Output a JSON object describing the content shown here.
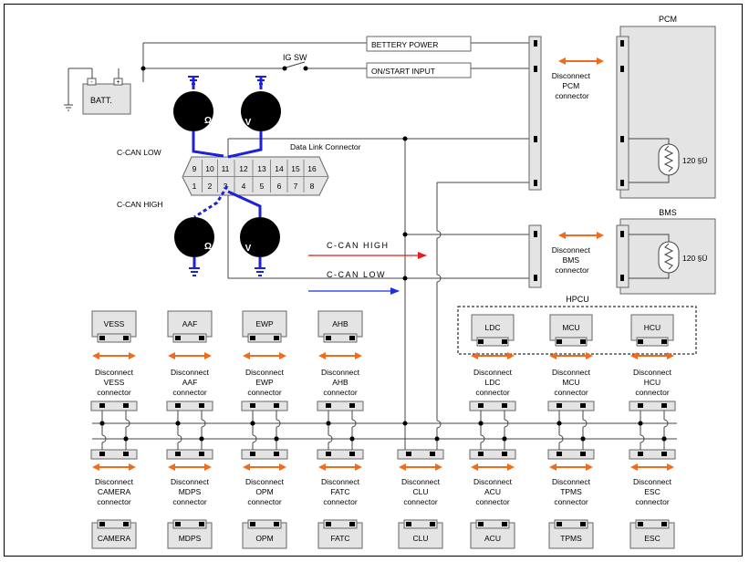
{
  "power": {
    "battery_power": "BETTERY POWER",
    "on_start_input": "ON/START INPUT",
    "ig_sw": "IG SW",
    "batt": "BATT.",
    "plus_sign": "+",
    "minus_sign": "-"
  },
  "dlc": {
    "title": "Data Link Connector",
    "pins_top": [
      "9",
      "10",
      "11",
      "12",
      "13",
      "14",
      "15",
      "16"
    ],
    "pins_bottom": [
      "1",
      "2",
      "3",
      "4",
      "5",
      "6",
      "7",
      "8"
    ],
    "can_low_label": "C-CAN LOW",
    "can_high_label": "C-CAN HIGH",
    "meter_ohm_symbol": "Ω",
    "meter_volt_symbol": "V"
  },
  "bus_arrows": {
    "can_high": "C-CAN HIGH",
    "can_low": "C-CAN LOW",
    "can_high_color": "#e31c1c",
    "can_low_color": "#1a2fe0"
  },
  "pcm": {
    "title": "PCM",
    "resistor": "120  §Ü",
    "disconnect": [
      "Disconnect",
      "PCM",
      "connector"
    ]
  },
  "bms": {
    "title": "BMS",
    "resistor": "120  §Ü",
    "disconnect": [
      "Disconnect",
      "BMS",
      "connector"
    ]
  },
  "hpcu": {
    "title": "HPCU"
  },
  "top_modules": [
    {
      "name": "VESS",
      "disconnect": [
        "Disconnect",
        "VESS",
        "connector"
      ]
    },
    {
      "name": "AAF",
      "disconnect": [
        "Disconnect",
        "AAF",
        "connector"
      ]
    },
    {
      "name": "EWP",
      "disconnect": [
        "Disconnect",
        "EWP",
        "connector"
      ]
    },
    {
      "name": "AHB",
      "disconnect": [
        "Disconnect",
        "AHB",
        "connector"
      ]
    },
    {
      "name": "LDC",
      "disconnect": [
        "Disconnect",
        "LDC",
        "connector"
      ]
    },
    {
      "name": "MCU",
      "disconnect": [
        "Disconnect",
        "MCU",
        "connector"
      ]
    },
    {
      "name": "HCU",
      "disconnect": [
        "Disconnect",
        "HCU",
        "connector"
      ]
    }
  ],
  "bottom_modules": [
    {
      "name": "CAMERA",
      "disconnect": [
        "Disconnect",
        "CAMERA",
        "connector"
      ]
    },
    {
      "name": "MDPS",
      "disconnect": [
        "Disconnect",
        "MDPS",
        "connector"
      ]
    },
    {
      "name": "OPM",
      "disconnect": [
        "Disconnect",
        "OPM",
        "connector"
      ]
    },
    {
      "name": "FATC",
      "disconnect": [
        "Disconnect",
        "FATC",
        "connector"
      ]
    },
    {
      "name": "CLU",
      "disconnect": [
        "Disconnect",
        "CLU",
        "connector"
      ]
    },
    {
      "name": "ACU",
      "disconnect": [
        "Disconnect",
        "ACU",
        "connector"
      ]
    },
    {
      "name": "TPMS",
      "disconnect": [
        "Disconnect",
        "TPMS",
        "connector"
      ]
    },
    {
      "name": "ESC",
      "disconnect": [
        "Disconnect",
        "ESC",
        "connector"
      ]
    }
  ],
  "colors": {
    "orange_arrow": "#f26a1b",
    "probe_blue": "#1e22d6",
    "box_fill": "#e4e4e4"
  }
}
